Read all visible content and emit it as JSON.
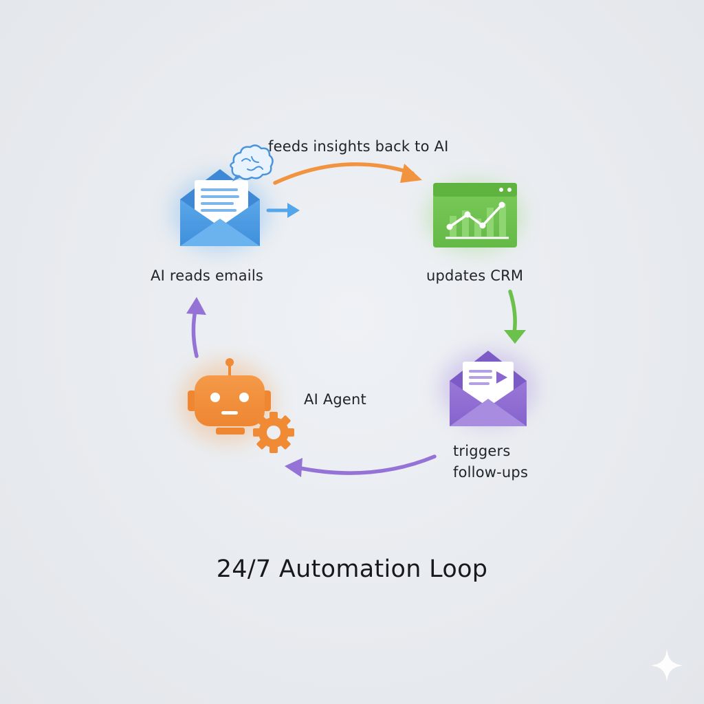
{
  "title": "24/7 Automation Loop",
  "steps": {
    "reads_emails": "AI reads emails",
    "updates_crm": "updates CRM",
    "triggers_line1": "triggers",
    "triggers_line2": "follow-ups",
    "agent": "AI Agent"
  },
  "edges": {
    "feeds_back": "feeds insights back to AI"
  },
  "icons": {
    "email": "email-envelope-icon",
    "brain": "brain-icon",
    "crm": "crm-chart-icon",
    "followup": "followup-envelope-icon",
    "robot": "robot-icon",
    "gear": "gear-icon",
    "sparkle": "sparkle-icon"
  },
  "colors": {
    "email": "#4a9ae4",
    "crm": "#6cc14d",
    "followup": "#9472d6",
    "robot": "#f28e3a",
    "arrow_orange": "#f2933f",
    "arrow_green": "#6cc14d",
    "arrow_purple": "#9472d6",
    "arrow_blue": "#54a6ea"
  }
}
